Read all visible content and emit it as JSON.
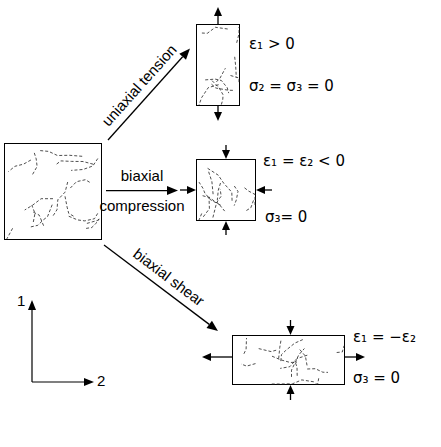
{
  "diagram": {
    "nodes": [
      {
        "text": []
      },
      {
        "text": [
          "ε₁ > 0",
          "σ₂ = σ₃ = 0"
        ]
      },
      {
        "text": [
          "ε₁ = ε₂ < 0",
          "σ₃= 0"
        ]
      },
      {
        "text": [
          "ε₁ = −ε₂",
          "σ₃ = 0"
        ]
      }
    ],
    "edges": [
      {
        "from": 0,
        "to": 1,
        "arrow": "to",
        "label": "uniaxial tension"
      },
      {
        "from": 0,
        "to": 2,
        "arrow": "to",
        "label": "biaxial compression"
      },
      {
        "from": 0,
        "to": 3,
        "arrow": "to",
        "label": "biaxial shear"
      }
    ],
    "labels": [
      "1",
      "2"
    ]
  }
}
